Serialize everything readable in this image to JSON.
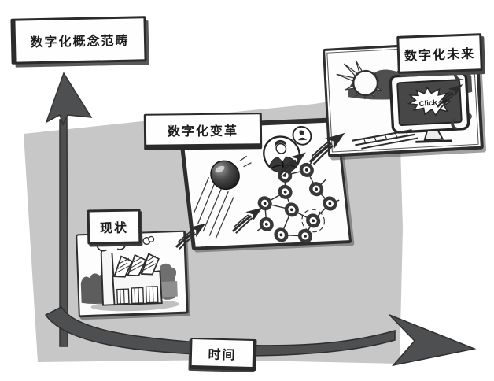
{
  "labels": {
    "y_axis": "数字化概念范畴",
    "x_axis": "时间"
  },
  "stages": [
    {
      "label": "现状",
      "illustration": "factory with sawtooth roof, smokestack and smoke clouds, dark bushes"
    },
    {
      "label": "数字化变革",
      "illustration": "rolling dark sphere with speed lines, businessman badge with idea bubble, rising sketch arrows, connected network nodes"
    },
    {
      "label": "数字化未来",
      "illustration": "shining sun, dark clouds, computer monitor with keyboard and burst on screen",
      "screen_text": "Click"
    }
  ],
  "colors": {
    "background": "#ffffff",
    "plane_gray": "#c7c7c8",
    "axis_dark": "#4e4f51",
    "ink": "#2d2d2d",
    "cloud_dark": "#4f4f4f"
  }
}
